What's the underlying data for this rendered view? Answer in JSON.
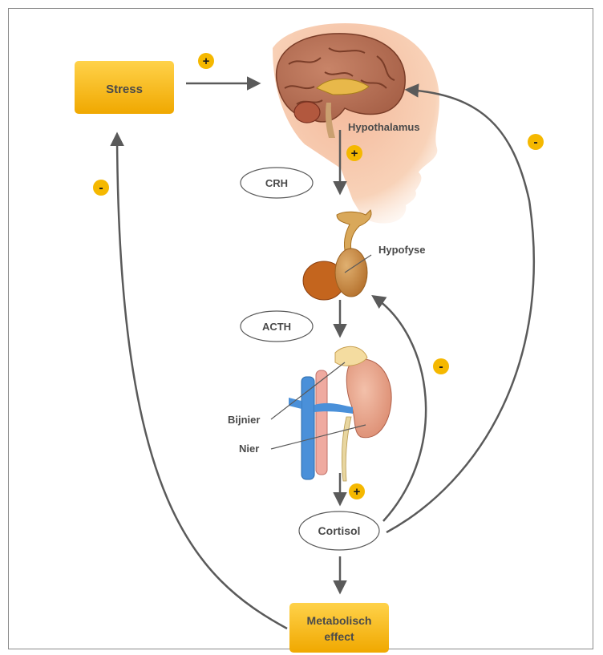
{
  "boxes": {
    "stress": "Stress",
    "metabolic_line1": "Metabolisch",
    "metabolic_line2": "effect"
  },
  "hormones": {
    "crh": "CRH",
    "acth": "ACTH",
    "cortisol": "Cortisol"
  },
  "organs": {
    "hypothalamus": "Hypothalamus",
    "hypofyse": "Hypofyse",
    "bijnier": "Bijnier",
    "nier": "Nier"
  },
  "signs": {
    "stress_to_brain": "+",
    "hypothalamus_to_pituitary": "+",
    "adrenal_to_cortisol": "+",
    "feedback_to_stress": "-",
    "feedback_to_brain": "-",
    "feedback_to_pituitary": "-"
  },
  "colors": {
    "box_gold": "#f5b800",
    "box_gold_dark": "#e6a000",
    "arrow_gray": "#5a5a5a",
    "brain_pink": "#c98a72",
    "skin_peach": "#f6c8a6",
    "pituitary_gold": "#d9a85a",
    "kidney_pink": "#e8a58c",
    "vein_blue": "#4a90d9",
    "artery_red": "#e0807a"
  }
}
